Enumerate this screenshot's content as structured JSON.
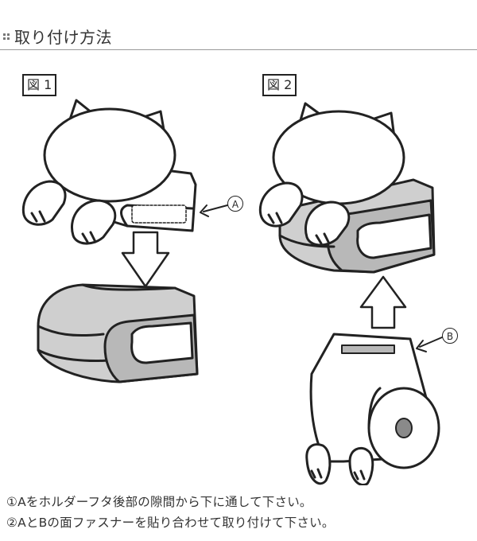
{
  "header": {
    "title": "取り付け方法",
    "dots_icon": "grid-dots-icon"
  },
  "figures": {
    "fig1": {
      "label": "図 1",
      "callout": "A"
    },
    "fig2": {
      "label": "図 2",
      "callout": "B"
    }
  },
  "instructions": [
    "①Aをホルダーフタ後部の隙間から下に通して下さい。",
    "②AとBの面ファスナーを貼り合わせて取り付けて下さい。"
  ],
  "colors": {
    "line": "#222222",
    "fill_gray": "#cfcfcf",
    "panel_gray": "#b8b8b8",
    "core": "#8a8a8a"
  }
}
